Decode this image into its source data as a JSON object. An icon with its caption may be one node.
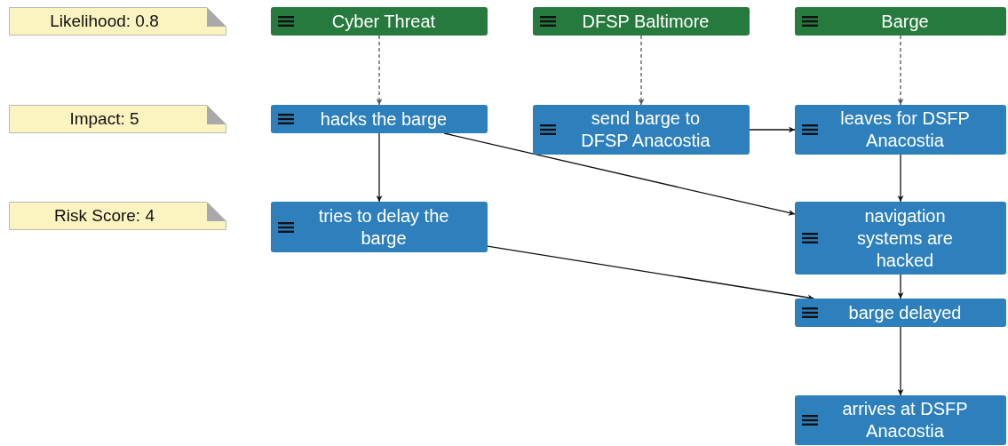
{
  "diagram": {
    "nodes": [
      {
        "text": [
          "Likelihood: 0.8"
        ]
      },
      {
        "text": [
          "Cyber Threat"
        ]
      },
      {
        "text": [
          "DFSP Baltimore"
        ]
      },
      {
        "text": [
          "Barge"
        ]
      },
      {
        "text": [
          "Impact: 5"
        ]
      },
      {
        "text": [
          "hacks the barge"
        ]
      },
      {
        "text": [
          "send barge to DFSP Anacostia"
        ]
      },
      {
        "text": [
          "leaves for DSFP Anacostia"
        ]
      },
      {
        "text": [
          "Risk Score: 4"
        ]
      },
      {
        "text": [
          "tries to delay the barge"
        ]
      },
      {
        "text": [
          "navigation systems are hacked"
        ]
      },
      {
        "text": [
          "barge delayed"
        ]
      },
      {
        "text": [
          "arrives at DSFP Anacostia"
        ]
      }
    ],
    "edges": [
      {
        "from": 1,
        "to": 5,
        "arrow": "to",
        "style": "dashed",
        "color": "#555555"
      },
      {
        "from": 2,
        "to": 6,
        "arrow": "to",
        "style": "dashed",
        "color": "#555555"
      },
      {
        "from": 3,
        "to": 7,
        "arrow": "to",
        "style": "dashed",
        "color": "#555555"
      },
      {
        "from": 5,
        "to": 9,
        "arrow": "to"
      },
      {
        "from": 5,
        "to": 10,
        "arrow": "to"
      },
      {
        "from": 6,
        "to": 7,
        "arrow": "to"
      },
      {
        "from": 7,
        "to": 10,
        "arrow": "to"
      },
      {
        "from": 9,
        "to": 11,
        "arrow": "to"
      },
      {
        "from": 10,
        "to": 11,
        "arrow": "to"
      },
      {
        "from": 11,
        "to": 12,
        "arrow": "to"
      }
    ]
  }
}
